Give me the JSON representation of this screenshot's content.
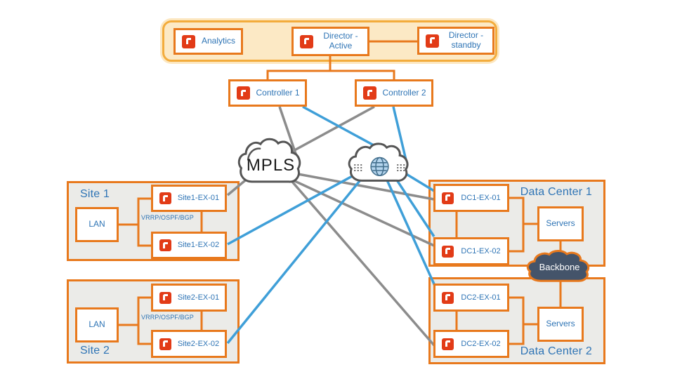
{
  "management": {
    "analytics": "Analytics",
    "director_active": "Director - Active",
    "director_standby": "Director - standby",
    "controller1": "Controller 1",
    "controller2": "Controller 2"
  },
  "clouds": {
    "mpls": "MPLS",
    "backbone": "Backbone"
  },
  "site1": {
    "title": "Site 1",
    "lan": "LAN",
    "protocols": "VRRP/OSPF/BGP",
    "ex1": "Site1-EX-01",
    "ex2": "Site1-EX-02"
  },
  "site2": {
    "title": "Site 2",
    "lan": "LAN",
    "protocols": "VRRP/OSPF/BGP",
    "ex1": "Site2-EX-01",
    "ex2": "Site2-EX-02"
  },
  "dc1": {
    "title": "Data Center 1",
    "ex1": "DC1-EX-01",
    "ex2": "DC1-EX-02",
    "servers": "Servers"
  },
  "dc2": {
    "title": "Data Center 2",
    "ex1": "DC2-EX-01",
    "ex2": "DC2-EX-02",
    "servers": "Servers"
  },
  "icons": {
    "node_logo": "versa-logo-icon",
    "internet_cloud": "globe-icon"
  },
  "colors": {
    "orange": "#E8791D",
    "amber_border": "#F3AC3C",
    "amber_fill": "#FCE9C5",
    "panel_fill": "#EBEBE8",
    "text_blue": "#2E74B5",
    "line_gray": "#8C8C8C",
    "line_blue": "#3F9FD8",
    "cloud_stroke": "#555555",
    "backbone_fill": "#44546A",
    "logo_red": "#E23B17"
  },
  "edges": [
    {
      "from": "director_active",
      "to": "director_standby",
      "type": "management"
    },
    {
      "from": "director_active",
      "to": "controller1",
      "type": "management"
    },
    {
      "from": "director_active",
      "to": "controller2",
      "type": "management"
    },
    {
      "from": "controller1",
      "to": "mpls",
      "type": "mpls"
    },
    {
      "from": "controller2",
      "to": "mpls",
      "type": "mpls"
    },
    {
      "from": "controller1",
      "to": "internet",
      "type": "internet"
    },
    {
      "from": "controller2",
      "to": "internet",
      "type": "internet"
    },
    {
      "from": "mpls",
      "to": "site1_ex1",
      "type": "mpls"
    },
    {
      "from": "mpls",
      "to": "dc1_ex1",
      "type": "mpls"
    },
    {
      "from": "mpls",
      "to": "dc1_ex2",
      "type": "mpls"
    },
    {
      "from": "mpls",
      "to": "dc2_ex2",
      "type": "mpls"
    },
    {
      "from": "internet",
      "to": "site1_ex2",
      "type": "internet"
    },
    {
      "from": "internet",
      "to": "site2_ex2",
      "type": "internet"
    },
    {
      "from": "internet",
      "to": "dc1_ex1",
      "type": "internet"
    },
    {
      "from": "internet",
      "to": "dc1_ex2",
      "type": "internet"
    },
    {
      "from": "internet",
      "to": "dc2_ex1",
      "type": "internet"
    },
    {
      "from": "site1_lan",
      "to": "site1_ex1",
      "type": "lan"
    },
    {
      "from": "site1_lan",
      "to": "site1_ex2",
      "type": "lan"
    },
    {
      "from": "site1_ex1",
      "to": "site1_ex2",
      "type": "lan"
    },
    {
      "from": "site2_lan",
      "to": "site2_ex1",
      "type": "lan"
    },
    {
      "from": "site2_lan",
      "to": "site2_ex2",
      "type": "lan"
    },
    {
      "from": "site2_ex1",
      "to": "site2_ex2",
      "type": "lan"
    },
    {
      "from": "dc1_ex1",
      "to": "dc1_ex2",
      "type": "lan"
    },
    {
      "from": "dc1_ex1",
      "to": "dc1_servers",
      "type": "lan"
    },
    {
      "from": "dc1_ex2",
      "to": "dc1_servers",
      "type": "lan"
    },
    {
      "from": "dc2_ex1",
      "to": "dc2_ex2",
      "type": "lan"
    },
    {
      "from": "dc2_ex1",
      "to": "dc2_servers",
      "type": "lan"
    },
    {
      "from": "dc2_ex2",
      "to": "dc2_servers",
      "type": "lan"
    },
    {
      "from": "dc1_servers",
      "to": "backbone",
      "type": "backbone"
    },
    {
      "from": "backbone",
      "to": "dc2_servers",
      "type": "backbone"
    }
  ]
}
